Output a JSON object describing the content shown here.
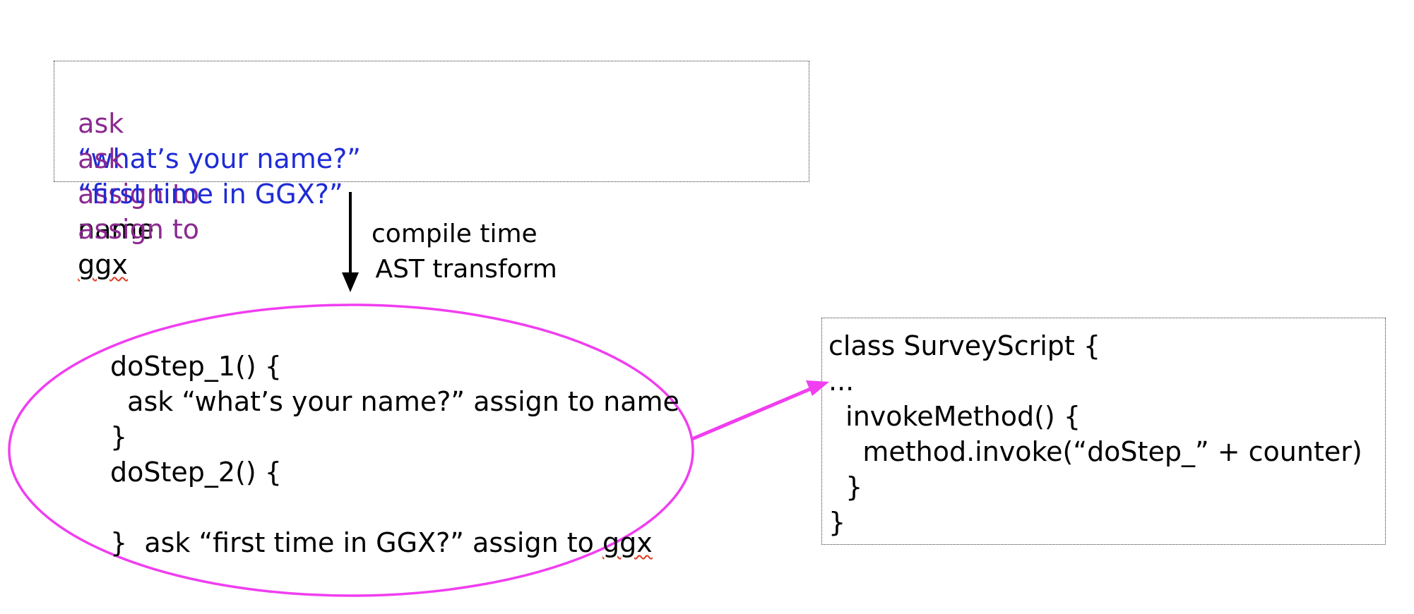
{
  "source_box": {
    "line1": {
      "kw1": "ask",
      "str": "“what’s your name?”",
      "kw2": "assign to",
      "var": "name"
    },
    "line2": {
      "kw1": "ask",
      "str": "“first time in GGX?”",
      "kw2": "assign to",
      "var": "ggx"
    }
  },
  "transform_label": {
    "line1": "compile time",
    "line2": " AST transform"
  },
  "ellipse_code": {
    "line1": "doStep_1() {",
    "line2": "  ask “what’s your name?” assign to name",
    "line3": "}",
    "line4": "doStep_2() {",
    "line5_prefix": "  ask “first time in GGX?” assign to ",
    "line5_var": "ggx",
    "line6": "}"
  },
  "class_box": {
    "line1": "class SurveyScript {",
    "line2": "...",
    "line3": "  invokeMethod() {",
    "line4": "    method.invoke(“doStep_” + counter)",
    "line5": "  }",
    "line6": "}"
  },
  "colors": {
    "keyword": "#8b2a91",
    "string": "#1f2bd6",
    "highlight": "#f03ef0"
  }
}
